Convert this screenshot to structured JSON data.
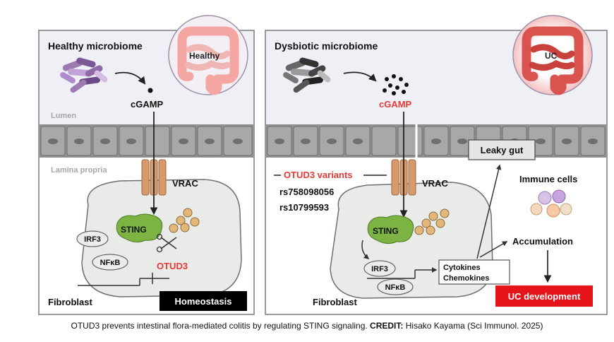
{
  "left_panel": {
    "title": "Healthy microbiome",
    "badge": "Healthy",
    "metabolite": "cGAMP",
    "lumen": "Lumen",
    "lamina": "Lamina propria",
    "channel": "VRAC",
    "sting": "STING",
    "irf3": "IRF3",
    "nfkb": "NFκB",
    "otud3": "OTUD3",
    "cell": "Fibroblast",
    "outcome": "Homeostasis"
  },
  "right_panel": {
    "title": "Dysbiotic microbiome",
    "badge": "UC",
    "metabolite": "cGAMP",
    "variants_title": "OTUD3 variants",
    "variant_1": "rs758098056",
    "variant_2": "rs10799593",
    "channel": "VRAC",
    "sting": "STING",
    "irf3": "IRF3",
    "nfkb": "NFκB",
    "cytokines": "Cytokines",
    "chemokines": "Chemokines",
    "leaky_gut": "Leaky gut",
    "immune_cells": "Immune cells",
    "accumulation": "Accumulation",
    "outcome": "UC development",
    "cell": "Fibroblast"
  },
  "caption": {
    "text": "OTUD3 prevents intestinal flora-mediated colitis by regulating STING signaling.",
    "credit_label": "CREDIT:",
    "credit": "Hisako Kayama (Sci Immunol. 2025)"
  },
  "colors": {
    "panel_border": "#7a7a7a",
    "lumen_bg": "#eef0f5",
    "epithelium": "#9b9b9b",
    "sting_green": "#7cb342",
    "ub_tan": "#e3b67a",
    "red": "#e53935",
    "channel": "#d89a6a",
    "healthy_colon": "#f4a6a3",
    "uc_colon": "#d9534f"
  }
}
